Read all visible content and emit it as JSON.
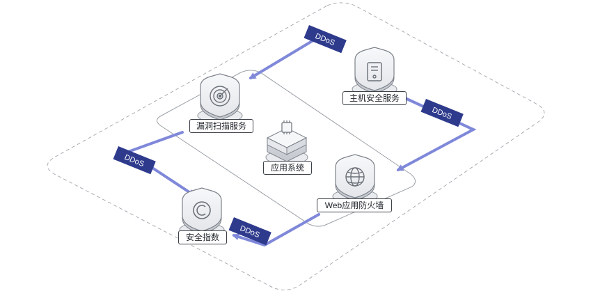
{
  "diagram": {
    "nodes": {
      "host_security": {
        "label": "主机安全服务",
        "icon": "host-server-shield-icon"
      },
      "vuln_scan": {
        "label": "漏洞扫描服务",
        "icon": "radar-scan-shield-icon"
      },
      "app_system": {
        "label": "应用系统",
        "icon": "chip-platform-icon"
      },
      "waf": {
        "label": "Web应用防火墙",
        "icon": "globe-shield-icon"
      },
      "security_index": {
        "label": "安全指数",
        "icon": "copyright-shield-icon"
      }
    },
    "flows": [
      {
        "from": "host_security",
        "to": "vuln_scan",
        "label": "DDoS"
      },
      {
        "from": "host_security",
        "to": "waf",
        "label": "DDoS"
      },
      {
        "from": "vuln_scan",
        "to": "security_index",
        "label": "DDoS"
      },
      {
        "from": "waf",
        "to": "security_index",
        "label": "DDoS"
      }
    ],
    "colors": {
      "flow_line": "#7f88d9",
      "ddos_tag": "#2e3a8c",
      "outline": "#9aa0a6",
      "shield_face": "#f3f4f6",
      "icon_stroke": "#6b7078"
    }
  }
}
